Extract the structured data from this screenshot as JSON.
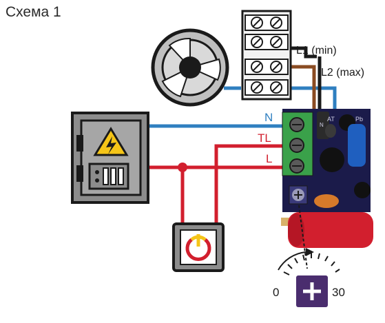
{
  "title": "Схема 1",
  "terminal_labels": {
    "l1": "L1 (min)",
    "l2": "L2 (max)"
  },
  "wire_labels": {
    "n": "N",
    "tl": "TL",
    "l": "L"
  },
  "board_silk": {
    "n": "N",
    "at": "AT",
    "pb": "Pb"
  },
  "dial": {
    "min": "0",
    "max": "30"
  },
  "colors": {
    "neutral": "#2f7fc0",
    "live": "#d21f2e",
    "l2_wire": "#8a4b22",
    "terminal_green": "#3aa14a",
    "board": "#1b1b4a",
    "dial_knob": "#4a2d6e",
    "fan_gray": "#bfbfbf",
    "panel_gray": "#8c8c8c"
  },
  "icons": [
    "fan-icon",
    "electrical-panel-icon",
    "high-voltage-icon",
    "power-switch-icon",
    "plus-icon"
  ]
}
